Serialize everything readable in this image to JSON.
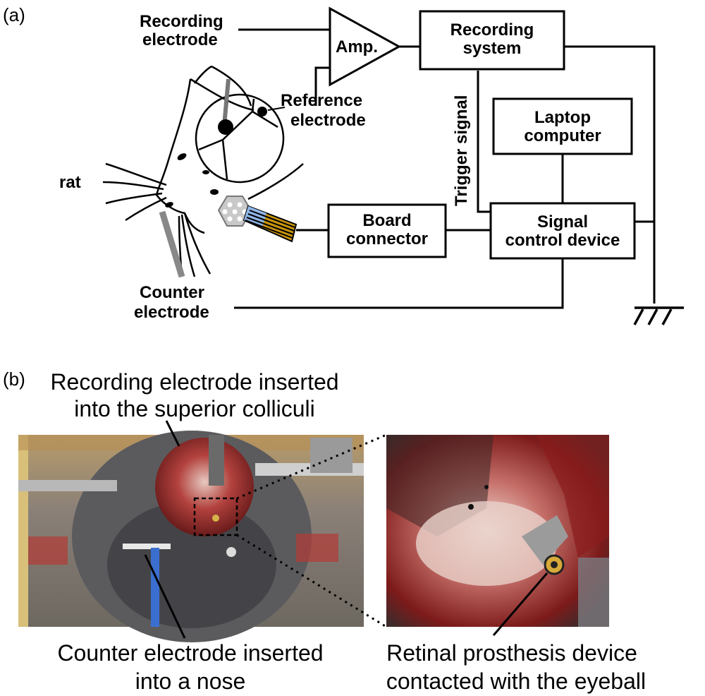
{
  "panel_a": {
    "label": "(a)",
    "recording_electrode": [
      "Recording",
      "electrode"
    ],
    "amp": "Amp.",
    "recording_system": [
      "Recording",
      "system"
    ],
    "reference_electrode": [
      "Reference",
      "electrode"
    ],
    "trigger_signal": "Trigger signal",
    "laptop": [
      "Laptop",
      "computer"
    ],
    "rat": "rat",
    "board_connector": [
      "Board",
      "connector"
    ],
    "signal_control": [
      "Signal",
      "control device"
    ],
    "counter_electrode": [
      "Counter",
      "electrode"
    ]
  },
  "panel_b": {
    "label": "(b)",
    "caption_top": [
      "Recording electrode inserted",
      "into the superior colliculi"
    ],
    "caption_counter": [
      "Counter electrode inserted",
      "into a nose"
    ],
    "caption_prosthesis": [
      "Retinal prosthesis device",
      "contacted with the eyeball"
    ]
  },
  "colors": {
    "line": "#000000",
    "tissue": "#8b1e1e",
    "fur": "#5a5a5a",
    "connector_gold": "#c8950f",
    "blue_electrode": "#3a6fd0"
  }
}
